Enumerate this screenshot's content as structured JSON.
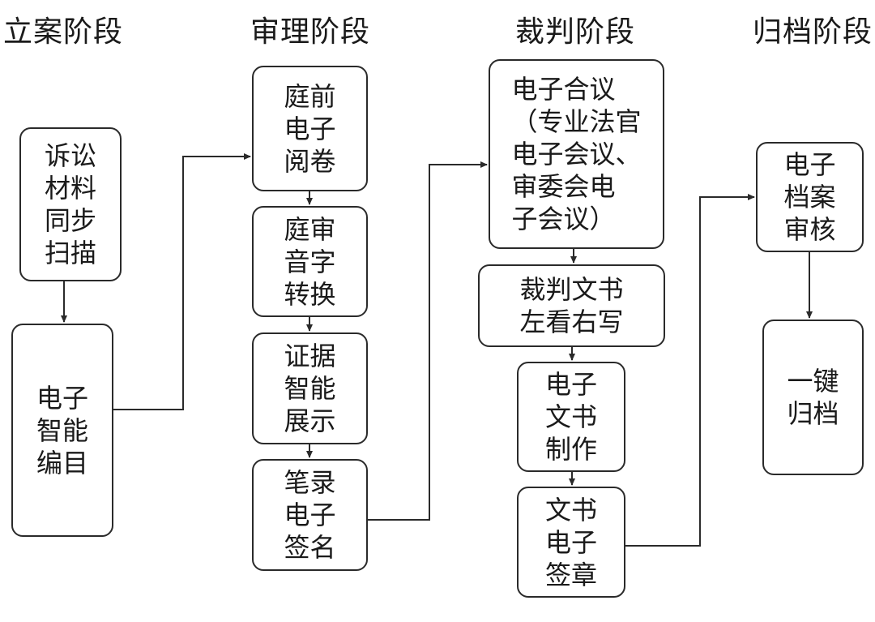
{
  "diagram": {
    "stages": [
      {
        "title": "立案阶段"
      },
      {
        "title": "审理阶段"
      },
      {
        "title": "裁判阶段"
      },
      {
        "title": "归档阶段"
      }
    ],
    "nodes": {
      "filing_scan": "诉讼\n材料\n同步\n扫描",
      "e_catalog": "电子\n智能\n编目",
      "pretrial_reading": "庭前\n电子\n阅卷",
      "trial_transcription": "庭审\n音字\n转换",
      "evidence_display": "证据\n智能\n展示",
      "record_esign": "笔录\n电子\n签名",
      "e_meeting": "电子合议\n（专业法官\n电子会议、\n审委会电\n子会议）",
      "judgment_writing": "裁判文书\n左看右写",
      "e_document_making": "电子\n文书\n制作",
      "document_eseal": "文书\n电子\n签章",
      "archive_review": "电子\n档案\n审核",
      "one_click_archive": "一键\n归档"
    },
    "colors": {
      "line": "#2a2a2a",
      "text": "#1a1a1a",
      "background": "#ffffff"
    }
  }
}
